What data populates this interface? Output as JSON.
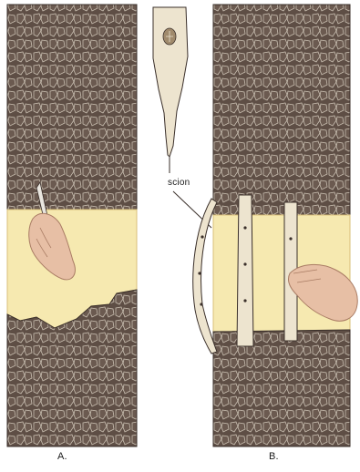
{
  "labels": {
    "panel_a": "A.",
    "panel_b": "B.",
    "scion": "scion"
  },
  "colors": {
    "bark": "#5e4e45",
    "bark_line": "#c9bfb1",
    "cambium": "#f6e9b0",
    "cambium_edge": "#d9c07a",
    "scion": "#ede4cf",
    "skin": "#e7bfa5",
    "skin_line": "#a97c64",
    "outline": "#3a2f2a"
  },
  "icons": [
    "hand-with-knife-icon",
    "hand-pressing-icon",
    "scion-detail-icon"
  ]
}
